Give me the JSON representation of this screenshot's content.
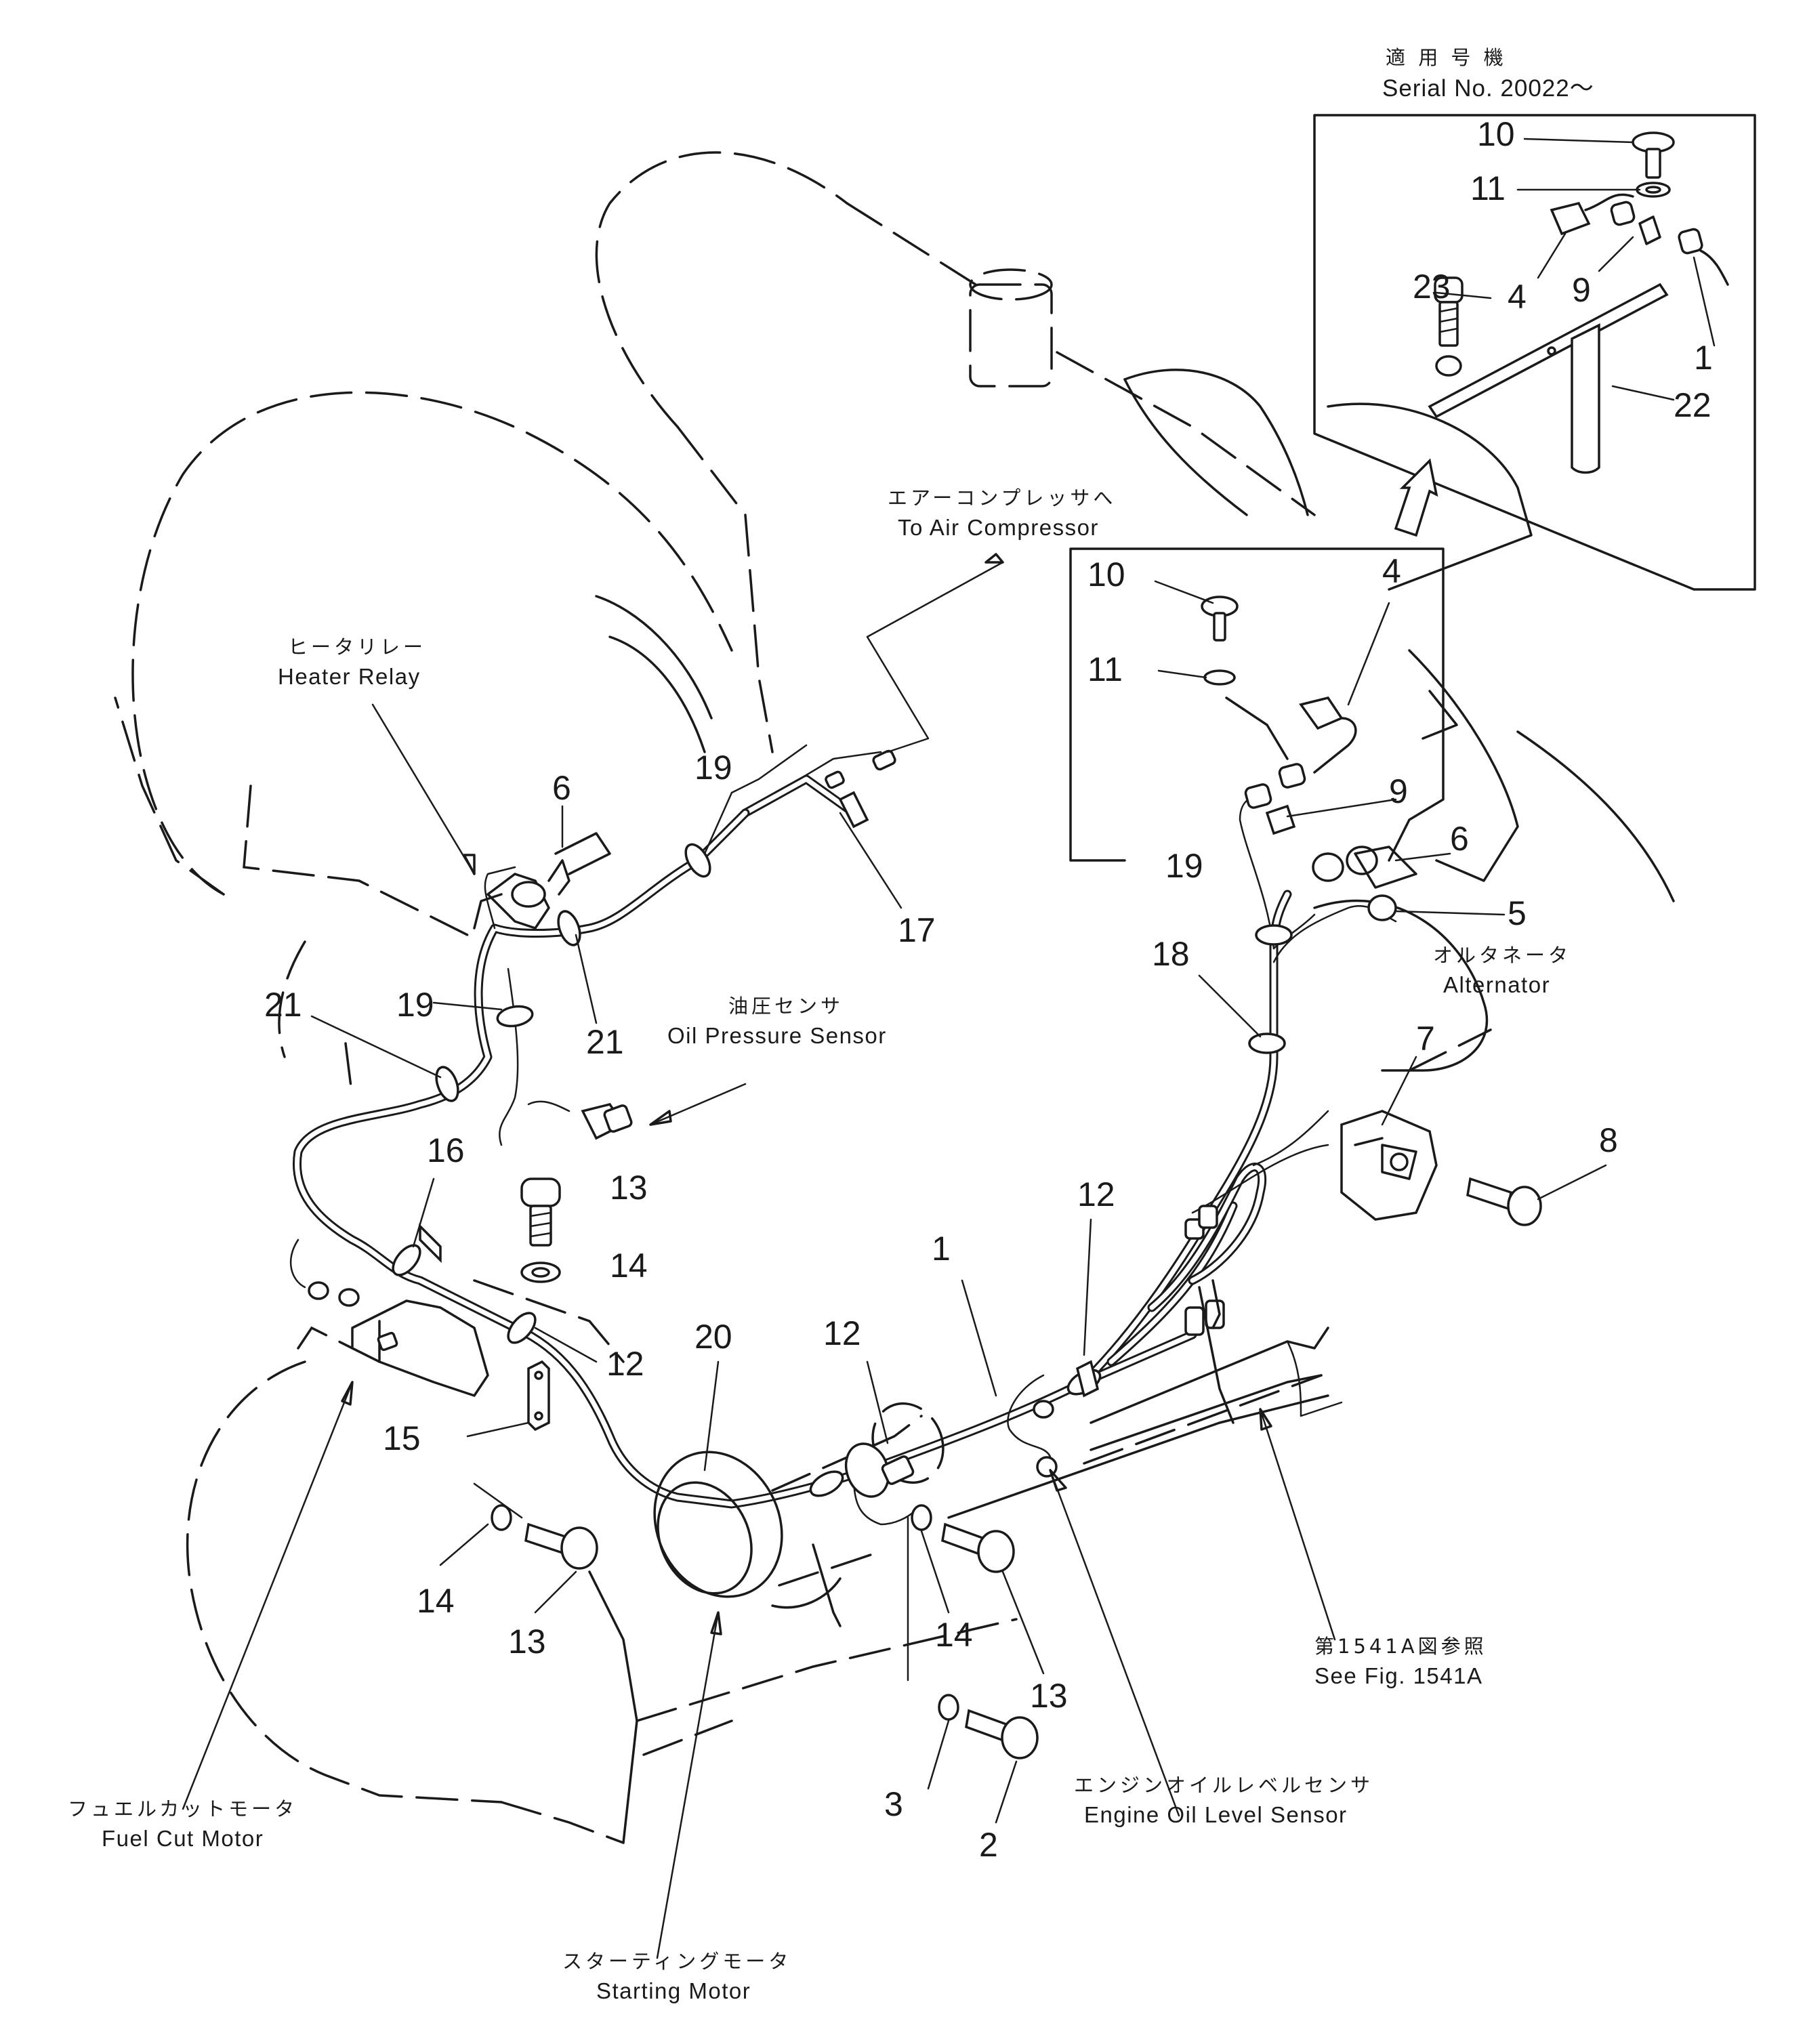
{
  "header": {
    "applicable_label_jp": "適 用 号 機",
    "serial_label": "Serial No. 20022～"
  },
  "callouts": {
    "to_air_compressor": {
      "jp": "エアーコンプレッサへ",
      "en": "To Air Compressor"
    },
    "heater_relay": {
      "jp": "ヒータリレー",
      "en": "Heater Relay"
    },
    "oil_pressure_sensor": {
      "jp": "油圧センサ",
      "en": "Oil Pressure Sensor"
    },
    "alternator": {
      "jp": "オルタネータ",
      "en": "Alternator"
    },
    "see_fig": {
      "jp": "第1541A図参照",
      "en": "See Fig. 1541A"
    },
    "engine_oil_level_sensor": {
      "jp": "エンジンオイルレベルセンサ",
      "en": "Engine Oil Level Sensor"
    },
    "fuel_cut_motor": {
      "jp": "フュエルカットモータ",
      "en": "Fuel Cut Motor"
    },
    "starting_motor": {
      "jp": "スターティングモータ",
      "en": "Starting Motor"
    }
  },
  "part_numbers": {
    "p1": "1",
    "p2": "2",
    "p3": "3",
    "p4": "4",
    "p5": "5",
    "p6": "6",
    "p7": "7",
    "p8": "8",
    "p9": "9",
    "p10": "10",
    "p11": "11",
    "p12": "12",
    "p13": "13",
    "p14": "14",
    "p15": "15",
    "p16": "16",
    "p17": "17",
    "p18": "18",
    "p19": "19",
    "p20": "20",
    "p21": "21",
    "p22": "22",
    "p23": "23"
  }
}
